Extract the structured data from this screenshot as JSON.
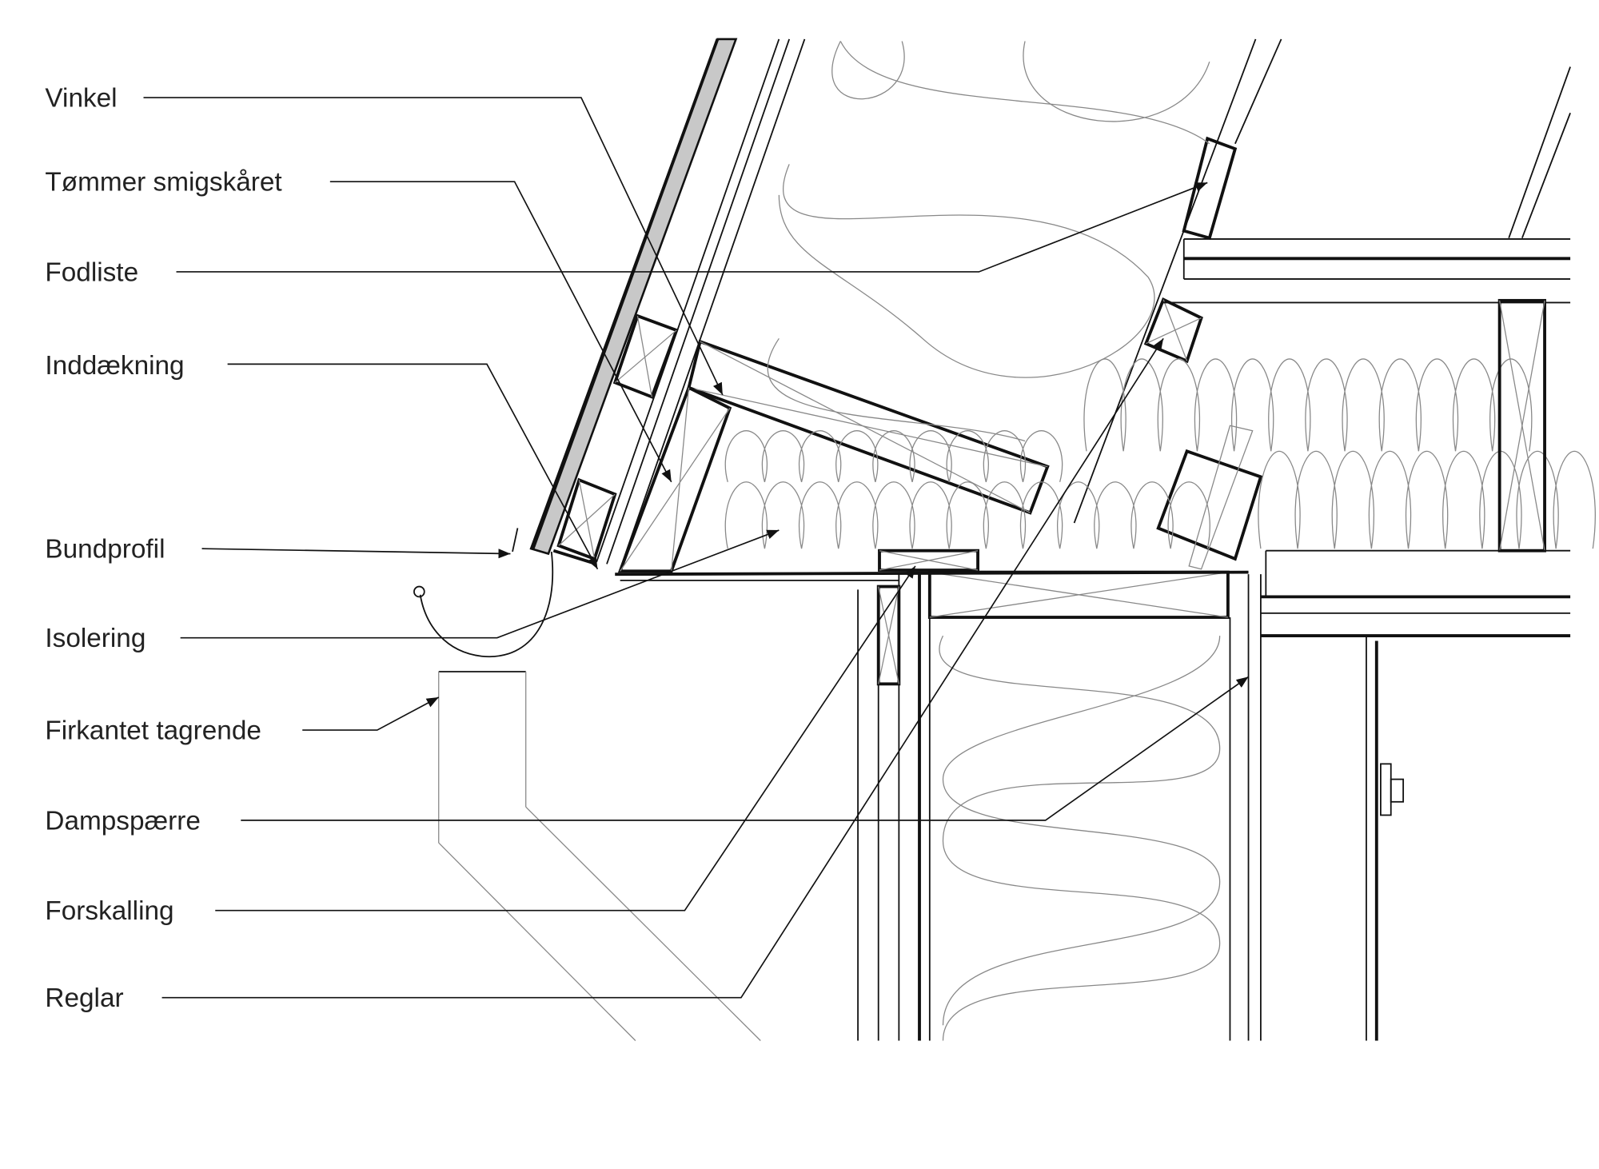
{
  "title": "Roof eave construction detail",
  "labels": [
    "Vinkel",
    "Tømmer smigskåret",
    "Fodliste",
    "Inddækning",
    "Bundprofil",
    "Isolering",
    "Firkantet tagrende",
    "Dampspærre",
    "Forskalling",
    "Reglar"
  ],
  "colors": {
    "line": "#111111",
    "cladding": "#c8c8c8",
    "insulation": "#888888"
  }
}
